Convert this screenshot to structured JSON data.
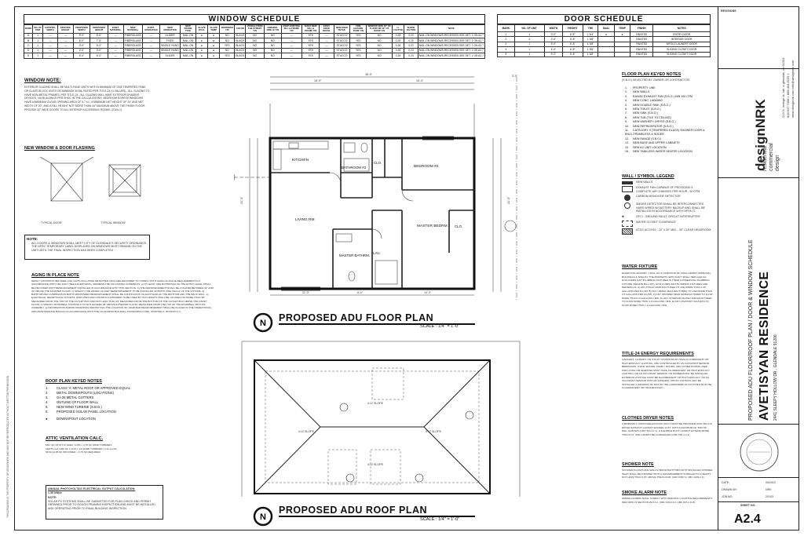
{
  "window_schedule": {
    "title": "WINDOW SCHEDULE",
    "headers": [
      "MARK",
      "NO. OF UNIT",
      "EXISTING WIDTH",
      "EXISTING HEIGHT",
      "PROPOSED WIDTH",
      "PROPOSED HEIGHT",
      "EXIST. MATERIAL",
      "NEW MATERIAL",
      "EXIST. OPERATION",
      "NEW OPERATION",
      "NEW FRAME TYPE",
      "GLAZE DUAL",
      "GLAZE TEMP",
      "BEDROOM Y/N",
      "COLOR",
      "VISIBLE FROM THE STREET Y/N",
      "ORIGINAL GRILLE Y/N",
      "KEEP EXISTING SILL & FRAME Y/N",
      "BUILD NEW SILL & FRAME Y/N",
      "EXIST. EDGE DETAIL",
      "NEW EDGE DETAIL",
      "FIRE HAZARD ZONE Y/N",
      "WINDOW W/IN 18\" OF FLOOR OR 40\" OF DOOR Y/N",
      "U-FACTOR",
      "SHADE FACTOR",
      "NOTE"
    ],
    "rows": [
      [
        "A",
        "1",
        "—",
        "—",
        "5'-0\"",
        "6'-0\"",
        "—",
        "FIBERGLASS",
        "—",
        "GLIDER",
        "NAIL-ON",
        "●",
        "●",
        "NO",
        "BLACK",
        "NO",
        "NO",
        "—",
        "YES",
        "—",
        "STUCCO",
        "YES",
        "NO",
        "0.28",
        "0.23",
        "NAIL-ON WINDOWS-RECESSED-SEE DET. 1 ON A2.7"
      ],
      [
        "B",
        "1",
        "—",
        "—",
        "6'-0\"",
        "7'-6\"",
        "—",
        "FIBERGLASS",
        "—",
        "FIXED",
        "NAIL-ON",
        "●",
        "●",
        "NO",
        "BLACK",
        "NO",
        "NO",
        "—",
        "YES",
        "—",
        "STUCCO",
        "YES",
        "NO",
        "0.28",
        "0.23",
        "NAIL-ON WINDOWS-RECESSED-SEE DET. 1 ON A2.7"
      ],
      [
        "C",
        "1",
        "—",
        "—",
        "3'-0\"",
        "5'-0\"",
        "—",
        "FIBERGLASS",
        "—",
        "SINGLE HUNG",
        "NAIL-ON",
        "●",
        "●",
        "YES",
        "BLACK",
        "NO",
        "NO",
        "—",
        "YES",
        "—",
        "STUCCO",
        "YES",
        "NO",
        "0.28",
        "0.23",
        "NAIL-ON WINDOWS-RECESSED-SEE DET. 1 ON A2.7"
      ],
      [
        "D",
        "1",
        "—",
        "—",
        "2'-0\"",
        "3'-0\"",
        "—",
        "FIBERGLASS",
        "—",
        "SINGLE HUNG",
        "NAIL-ON",
        "●",
        "●",
        "NO",
        "BLACK",
        "NO",
        "NO",
        "—",
        "YES",
        "—",
        "STUCCO",
        "YES",
        "NO",
        "0.28",
        "0.23",
        "NAIL-ON WINDOWS-RECESSED-SEE DET. 1 ON A2.7"
      ],
      [
        "E",
        "1",
        "—",
        "—",
        "5'-0\"",
        "6'-0\"",
        "—",
        "FIBERGLASS",
        "—",
        "SLIDER",
        "NAIL-ON",
        "●",
        "●",
        "YES",
        "BLACK",
        "NO",
        "NO",
        "—",
        "YES",
        "—",
        "STUCCO",
        "YES",
        "NO",
        "0.28",
        "0.23",
        "NAIL-ON WINDOWS-RECESSED-SEE DET. 1 ON A2.7"
      ]
    ]
  },
  "door_schedule": {
    "title": "DOOR SCHEDULE",
    "headers": [
      "MARK",
      "NO. OF UNIT",
      "WIDTH",
      "HEIGHT",
      "THK",
      "DUAL",
      "TEMP",
      "FINISH",
      "NOTES"
    ],
    "rows": [
      [
        "1",
        "1",
        "3'-0\"",
        "6'-8\"",
        "1 3/4\"",
        "●",
        "●",
        "PAINTED",
        "ENTRY DOOR"
      ],
      [
        "2",
        "4",
        "2'-6\"",
        "6'-8\"",
        "1 3/8\"",
        "",
        "",
        "PAINTED",
        "INTERIOR DOOR"
      ],
      [
        "3",
        "1",
        "5'-0\"",
        "6'-8\"",
        "1 3/8\"",
        "",
        "",
        "PAINTED",
        "BIFOLD LAUNDRY DOOR"
      ],
      [
        "4",
        "1",
        "4'-0\"",
        "6'-8\"",
        "1 3/8\"",
        "",
        "",
        "PAINTED",
        "SLIDING CLOSET DOOR"
      ],
      [
        "5",
        "1",
        "5'-0\"",
        "6'-8\"",
        "1 3/8\"",
        "",
        "",
        "PAINTED",
        "SLIDING CLOSET DOOR"
      ]
    ]
  },
  "window_note": {
    "title": "WINDOW NOTE:",
    "text": "EXTERIOR GLAZING SHALL BE MULTI-PANE UNITS WITH A MINIMUM OF ONE TEMPERED PANE, OR GLASS BLOCK UNITS OR MINIMUM 30 MIL RATED PER TITLE-24 (U-VALUES) - ALL GLAZING TO HAVE NON-METAL FRAMES. PER TITLE-24 - ALL GLAZING WILL HAVE EXTERIOR SHADING DEVICES, VIA BUILDINGS PER SHGC IN THE CALCULATIONS. BEDROOM EGRESS WINDOWS HAVE A MINIMUM CLEAR OPENING AREA OF 5.7 s.f., A MINIMUM NET HEIGHT OF 24\" AND NET WIDTH OF 20\", AND A SILL HEIGHT NOT MORE THAN 44\" MAXIMUM ABOVE THE FINISH FLOOR. PROVIDE 32\" WIDE DOORS TO ALL INTERIOR ACCESSIBLE ROOMS. (E3/A-1)"
  },
  "flashing": {
    "title": "NEW WINDOW & DOOR FLASHING",
    "door_label": "TYPICAL DOOR",
    "window_label": "TYPICAL WINDOW"
  },
  "glendale_note": {
    "title": "NOTE:",
    "items": [
      "ALL DOORS & WINDOWS SHALL MEET CITY OF GLENDALE'S SECURITY ORDINANCE.",
      "THE NFRC TEMPORARY LABEL DISPLAYED ON WINDOWS MUST REMAIN ON THE UNIT UNTIL THE FINAL INSPECTION HAS BEEN COMPLETED"
    ]
  },
  "aging_note": {
    "title": "AGING IN PLACE NOTE",
    "text": "NEWLY CONSTRUCTED DWELLING UNITS INCLUDING DETACHED ADUS ARE REQUIRED TO COMPLY WITH AGING-IN-PLACE REQUIREMENTS IN ACCORDANCE WITH CRC R327 (SEE EXCEPTIONS). ADDRESS THE FOLLOWING COMMENTS: a) AT LEAST ONE BATHROOM ON THE ENTRY LEVEL SHALL BE PROVIDED WITH REINFORCEMENT INSTALLED IN ACCORDANCE WITH THIS SECTION. b) THE REINFORCEMENT SHALL BE LOCATED BETWEEN 32\" AND 39\" ABOVE THE FINISHED FLOOR. c) SPECIFY THE WATER CLOSET REINFORCEMENT TO BE INSTALLED ON BOTH SIDE WALLS OF THE FIXTURE. d) BATHTUB AND COMBINATION BATHTUB/SHOWER REINFORCEMENT SHALL BE CONTINUOUS ON EACH END OF THE BATHTUB AND THE BACK WALL. e) ELECTRICAL RECEPTACLE OUTLETS, SWITCHES AND CONTROLS INTENDED TO BE USED BY OCCUPANTS SHALL BE LOCATED NO MORE THAN 48\" MEASURED FROM THE TOP OF THE OUTLET BOX AND NOT LESS THAN 15\" MEASURED FROM THE BOTTOM OF THE OUTLET BOX ABOVE THE FINISH FLOOR. f) SPECIFY DOORBELL CONTROLS TO NOT EXCEED 48\" ABOVE EXTERIOR FLOOR, MEASURED FROM THE TOP OF THE DOORBELL BUTTON ASSEMBLY. g) INFORMATION AND/OR DRAWINGS IDENTIFYING THE LOCATION OF GRAB BAR REINFORCEMENT SHALL BE PLACED IN THE OPERATIONAL AND MAINTENANCE MANUAL IN ACCORDANCE WITH THE CALIFORNIA BUILDING STANDARDS CODE, CHAPTER 4, DIVISION 4.4."
  },
  "floor_plan": {
    "title": "PROPOSED ADU FLOOR PLAN",
    "scale": "SCALE : 1/4\" = 1'-0\"",
    "rooms": [
      "KITCHEN",
      "BATHROOM #2",
      "CLO.",
      "BEDROOM #2",
      "LIVING RM",
      "MASTER BEDRM.",
      "CLO.",
      "MASTER BATHRM.",
      "LAU."
    ],
    "dims_top": [
      "36'-0\"",
      "18'-9\"",
      "16'-4\"",
      "3'-0\""
    ],
    "dims_bottom": [
      "11'-0\"",
      "8'-0\"",
      "13'-3\""
    ],
    "left_dim": "21'-0\"",
    "right_dim": "21'-0\""
  },
  "roof_plan": {
    "title": "PROPOSED ADU ROOF PLAN",
    "scale": "SCALE : 1/4\" = 1'-0\"",
    "slope": "4:12 SLOPE",
    "keyed_title": "ROOF PLAN KEYED NOTES",
    "keyed": [
      "CLASS 'A' METAL ROOF OR APPROVED EQUAL",
      "METAL DOWNSPOUTS (LOCATIONS)",
      "GA 26 METAL GUTTERS",
      "OUTLINE OF FLOOR WALL",
      "NEW WIND TURBINE (S.B.O.)",
      "PROPOSED SOLAR PANEL LOCATION"
    ],
    "downspout": "DOWNSPOUT LOCATION"
  },
  "attic": {
    "title": "ATTIC VENTILATION CALC.",
    "text": "MIN. SF OF ATTIC AREA: 1/150 = 4.76 SF WIND TURBINES VENTS 2x4 1250 SF 1 UNIT 1 1/2 WIND TURBINES 1 1/2 sq.inch NFVA 14.86 SF PROVIDED > 4.76 SF REQUIRED"
  },
  "pv": {
    "title": "ANNUAL PHOTOVOLTAIC ELECTRICAL OUTPUT CALCULATION:",
    "value": "1.36 kWpv",
    "note_title": "NOTE:",
    "note": "SOLAR PV SYSTEMS SHALL BE SUBMITTED FOR PLAN CHECK AND PERMIT OBTAINED PRIOR TO ROUGH FRAMING INSPECTION AND MUST BE INSTALLED AND OPERATING PRIOR TO FINAL BUILDING INSPECTION"
  },
  "keyed_notes": {
    "title": "FLOOR PLAN KEYED NOTES",
    "subtitle": "(S.B.O.) SELECTED BY OWNER OR CONTRACTOR",
    "items": [
      "PROPERTY LINE",
      "NEW WALLS",
      "RANGE EXHAUST FAN (S.B.O.) MIN 100 CFM",
      "NEW CONC. LANDING",
      "NEW DOUBLE SINK (S.B.O.)",
      "NEW TOILET (S.B.O.)",
      "NEW SINK (S.B.O.)",
      "NEW TUB (TILE TO CEILING)",
      "NEW WASHER / DRYER (S.B.O.)",
      "NEW REFRIGERATOR (S.B.O.)",
      "CATEGORY II (TEMPERED GLASS) SHOWER DOOR & ENCL.FRAMELESS & SLIDER",
      "NEW RANGE (S.B.O.)",
      "NEW BASE AND UPPER CABINETS",
      "NEW AC UNIT LOCATION",
      "NEW TANKLESS WATER HEATER LOCATION"
    ]
  },
  "symbol_legend": {
    "title": "WALL / SYMBOL LEGEND",
    "items": [
      "NEW WALLS",
      "EXHAUST FAN CAPABLE OF PROVIDING 5 COMPLETE AIR CHANGES PER HOUR - 50 CFM",
      "CARBON MONOXIDE DETECTOR",
      "SMOKE DETECTOR SHALL BE INTERCONNECTED HARD WIRED W/ BATTERY BACKUP AND SHALL BE INSTALLED IN ACCORDANCE WITH NFPA 72",
      "GFCI - GROUND FAULT CIRCUIT INTERRUPTER",
      "WATER CLOSET CLEARANCE",
      "ATTIC ACCESS - 22\" x 30\" MIN. - 30\" CLEAR HEADROOM"
    ]
  },
  "water_fixture": {
    "title": "WATER FIXTURE",
    "text": "EFFECTIVE JANUARY 1 2014, AS A CONDITION OF FINAL PERMIT APPROVAL, BUILDINGS & SPECIFY THE PROPERTY APPLICANT SHALL REPLACE ALL NON-COMPLIANT PLUMBING FIXTURES IN THEIR CONSERVING PLUMBING FIXTURE (SENATE BILL 407). NON-COMPLIANT PLUMBING FIXTURES ARE DEFINED AS: A) ANY TOILET MANUFACTURED TO USE MORE THAN 1.28 GALLONS PER FLUSH. B) ANY URINAL MANUFACTURED TO USE MORE THAN 0.5 GALLONS PER FLUSH. C) ANY SHOWER HEAD MANUFACTURED TO FLOW MORE THAN 2.0 GALLONS / MIN. D) ANY INTERIOR FAUCET MANUFACTURED TO FLOW MORE THAN 1.8 GALLONS / MIN. E) ANY LAVATORY FAUCETS TO FLOW MORE THAN 1.2 GALLONS / MIN."
  },
  "title24": {
    "title": "TITLE-24 ENERGY REQUIREMENTS",
    "text": "GARAGES, LAUNDRY OR UTILITY ROOMS MUST HAVE FLUORESCENT OR HIGH EFFICACY LIGHTING, AND CONTROLLED BY AN OCCUPANT SENSOR. BEDROOMS, LIVING ROOMS, FAMILY ROOMS, AND OTHER ROOMS USED FOR LIVING OR SLEEPING MUST HAVE FLUORESCENT OR HIGH EFFICACY LIGHTING, OR AN OCCUPANT SENSOR, OR DIMMERS MAY BE INSTALLED. EXTERIOR LIGHTING MUST BE FLUORESCENT OR HIGH EFFICACY, OR AN OCCUPANT SENSOR WITH AN INTEGRAL PHOTO CONTROL MAY BE INSTALLED. A MINIMUM OF 50% OF THE LUMINAIRES IN A KITCHEN MUST BE FLUORESCENT OR HIGH EFFICACY."
  },
  "clothes_dryer": {
    "title": "CLOTHES DRYER NOTES",
    "text": "A MINIMUM 4\" MOISTURE EXHAUST DUCT MUST BE PROVIDED (CMC 504.4.2). DRYER EXHAUST CANNOT EXCEED 14 FT. WITH A MAXIMUM OF TWO 90 DEG. ELBOWS (CMC 504.4.2.1). A FLEXIBLE DUCT CANNOT EXTEND MORE THAN 6 FT. AND CANNOT BE CONCEALED (CMC 504.4.2.2)."
  },
  "shower": {
    "title": "SHOWER NOTE",
    "text": "SHOWER FLOORS AND WALLS ABOVE BATHTUBS WITH INSTALLED SHOWER HEAD SHALL BE FINISHED WITH A NONABSORBENT SURFACE TO A HEIGHT NOT LESS THAN 6 FT. ABOVE THE FLOOR. (CRC R307.2, CBC 1209.2.3)"
  },
  "smoke": {
    "title": "SMOKE ALARM NOTE",
    "text": "SMOKE ALARMS SHALL COMPLY WITH SPECIFIC LOCATION REQUIREMENTS PER NFPA 72 SECTION 29.8.3.4. (CRC R314.3.3, CBC 907.2.11.8)"
  },
  "title_block": {
    "revisions": "REVISIONS",
    "company_address": "213 N. orange st. ste. a glendale, ca 91203",
    "company_phone": "818.637.7098 t.  888.404.8225 f.",
    "company_web": "www.designnrk.com  info@designnrk.com",
    "company": "designNRK",
    "company_tag1": "residential",
    "company_tag2": "commercial",
    "company_tag3": "design",
    "sheet_desc": "PROPOSED ADU FLOOR/ROOF PLAN / DOOR & WINDOW SCHEDULE",
    "project": "AVETISYAN RESIDENCE",
    "address": "2441 SLEEPY HOLLOW DR., GLENDALE 91206",
    "date_label": "DATE:",
    "date": "09/2022",
    "drawn_label": "DRAWN BY:",
    "drawn": "NRK",
    "job_label": "JOB NO:",
    "job": "20103",
    "sheet_label": "SHEET NO.",
    "sheet": "A2.4"
  },
  "side_strip": "THIS DRAWING IS THE PROPERTY OF DESIGNNRK AND MAY NOT BE REPRODUCED WITHOUT WRITTEN PERMISSION"
}
